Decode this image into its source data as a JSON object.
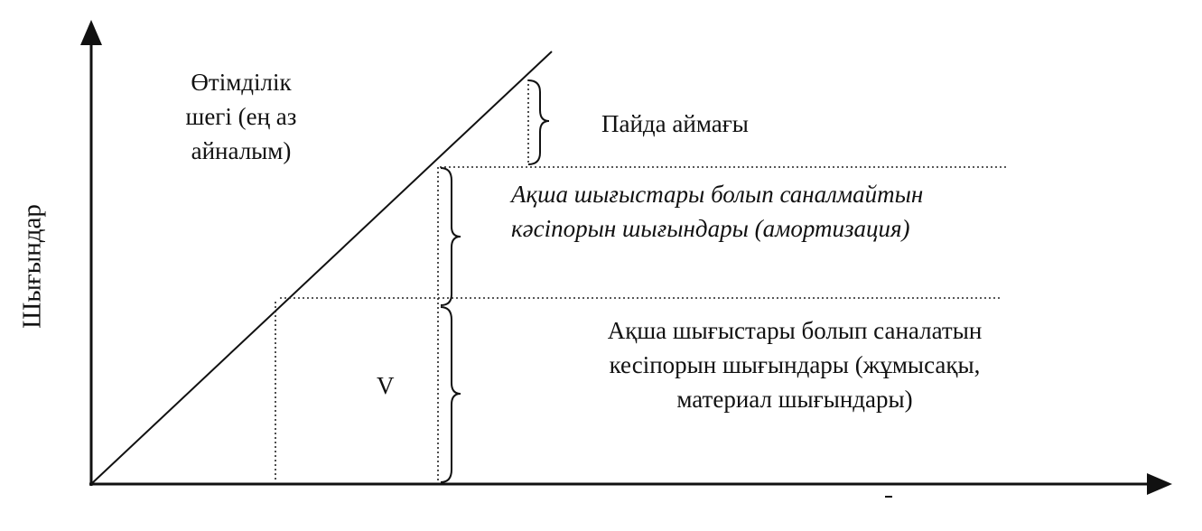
{
  "diagram": {
    "y_axis_label": "Шығындар",
    "breakeven_label": [
      "Өтімділік",
      "шегі (ең аз",
      "айналым)"
    ],
    "profit_zone_label": "Пайда аймағы",
    "noncash_costs_label": [
      "Ақша шығыстары болып саналмайтын",
      "кәсіпорын шығындары (амортизация)"
    ],
    "cash_costs_label": [
      "Ақша шығыстары болып саналатын",
      "кесіпорын шығындары (жұмысақы,",
      "материал шығындары)"
    ],
    "region_v_label": "V",
    "colors": {
      "ink": "#111111",
      "background": "#ffffff"
    }
  }
}
